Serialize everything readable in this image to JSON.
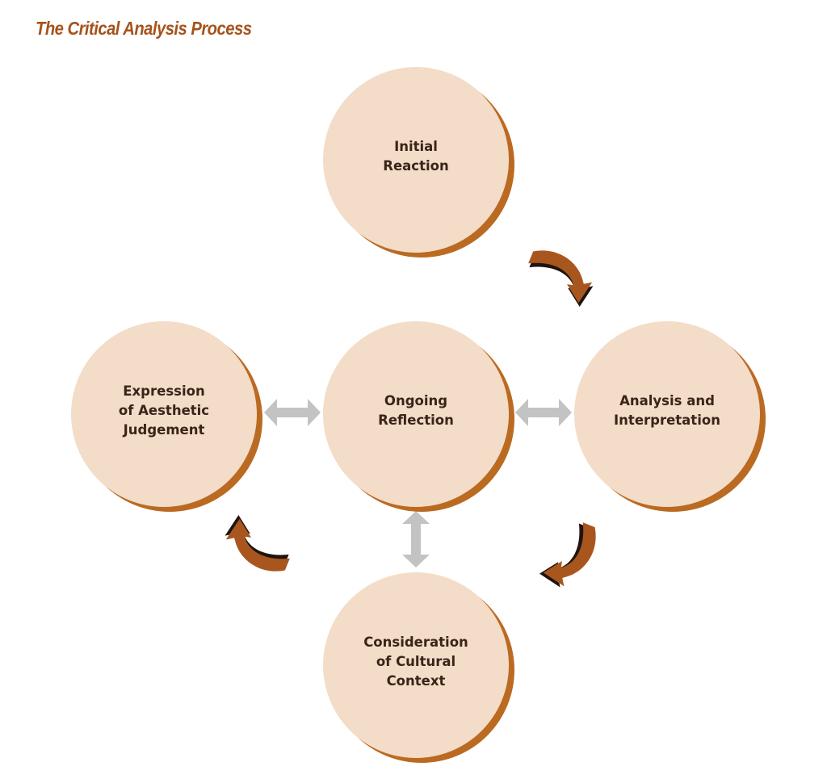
{
  "title": "The Critical Analysis Process",
  "nodes": {
    "initial": "Initial\nReaction",
    "ongoing": "Ongoing\nReflection",
    "analysis": "Analysis and\nInterpretation",
    "expression": "Expression\nof Aesthetic\nJudgement",
    "cultural": "Consideration\nof Cultural\nContext"
  },
  "colors": {
    "title": "#a4531c",
    "circle_fill": "#f3dcc8",
    "circle_shadow": "#bb6a22",
    "cycle_arrow": "#a8561e",
    "double_arrow": "#c3c3c3",
    "label_text": "#3a2418"
  }
}
